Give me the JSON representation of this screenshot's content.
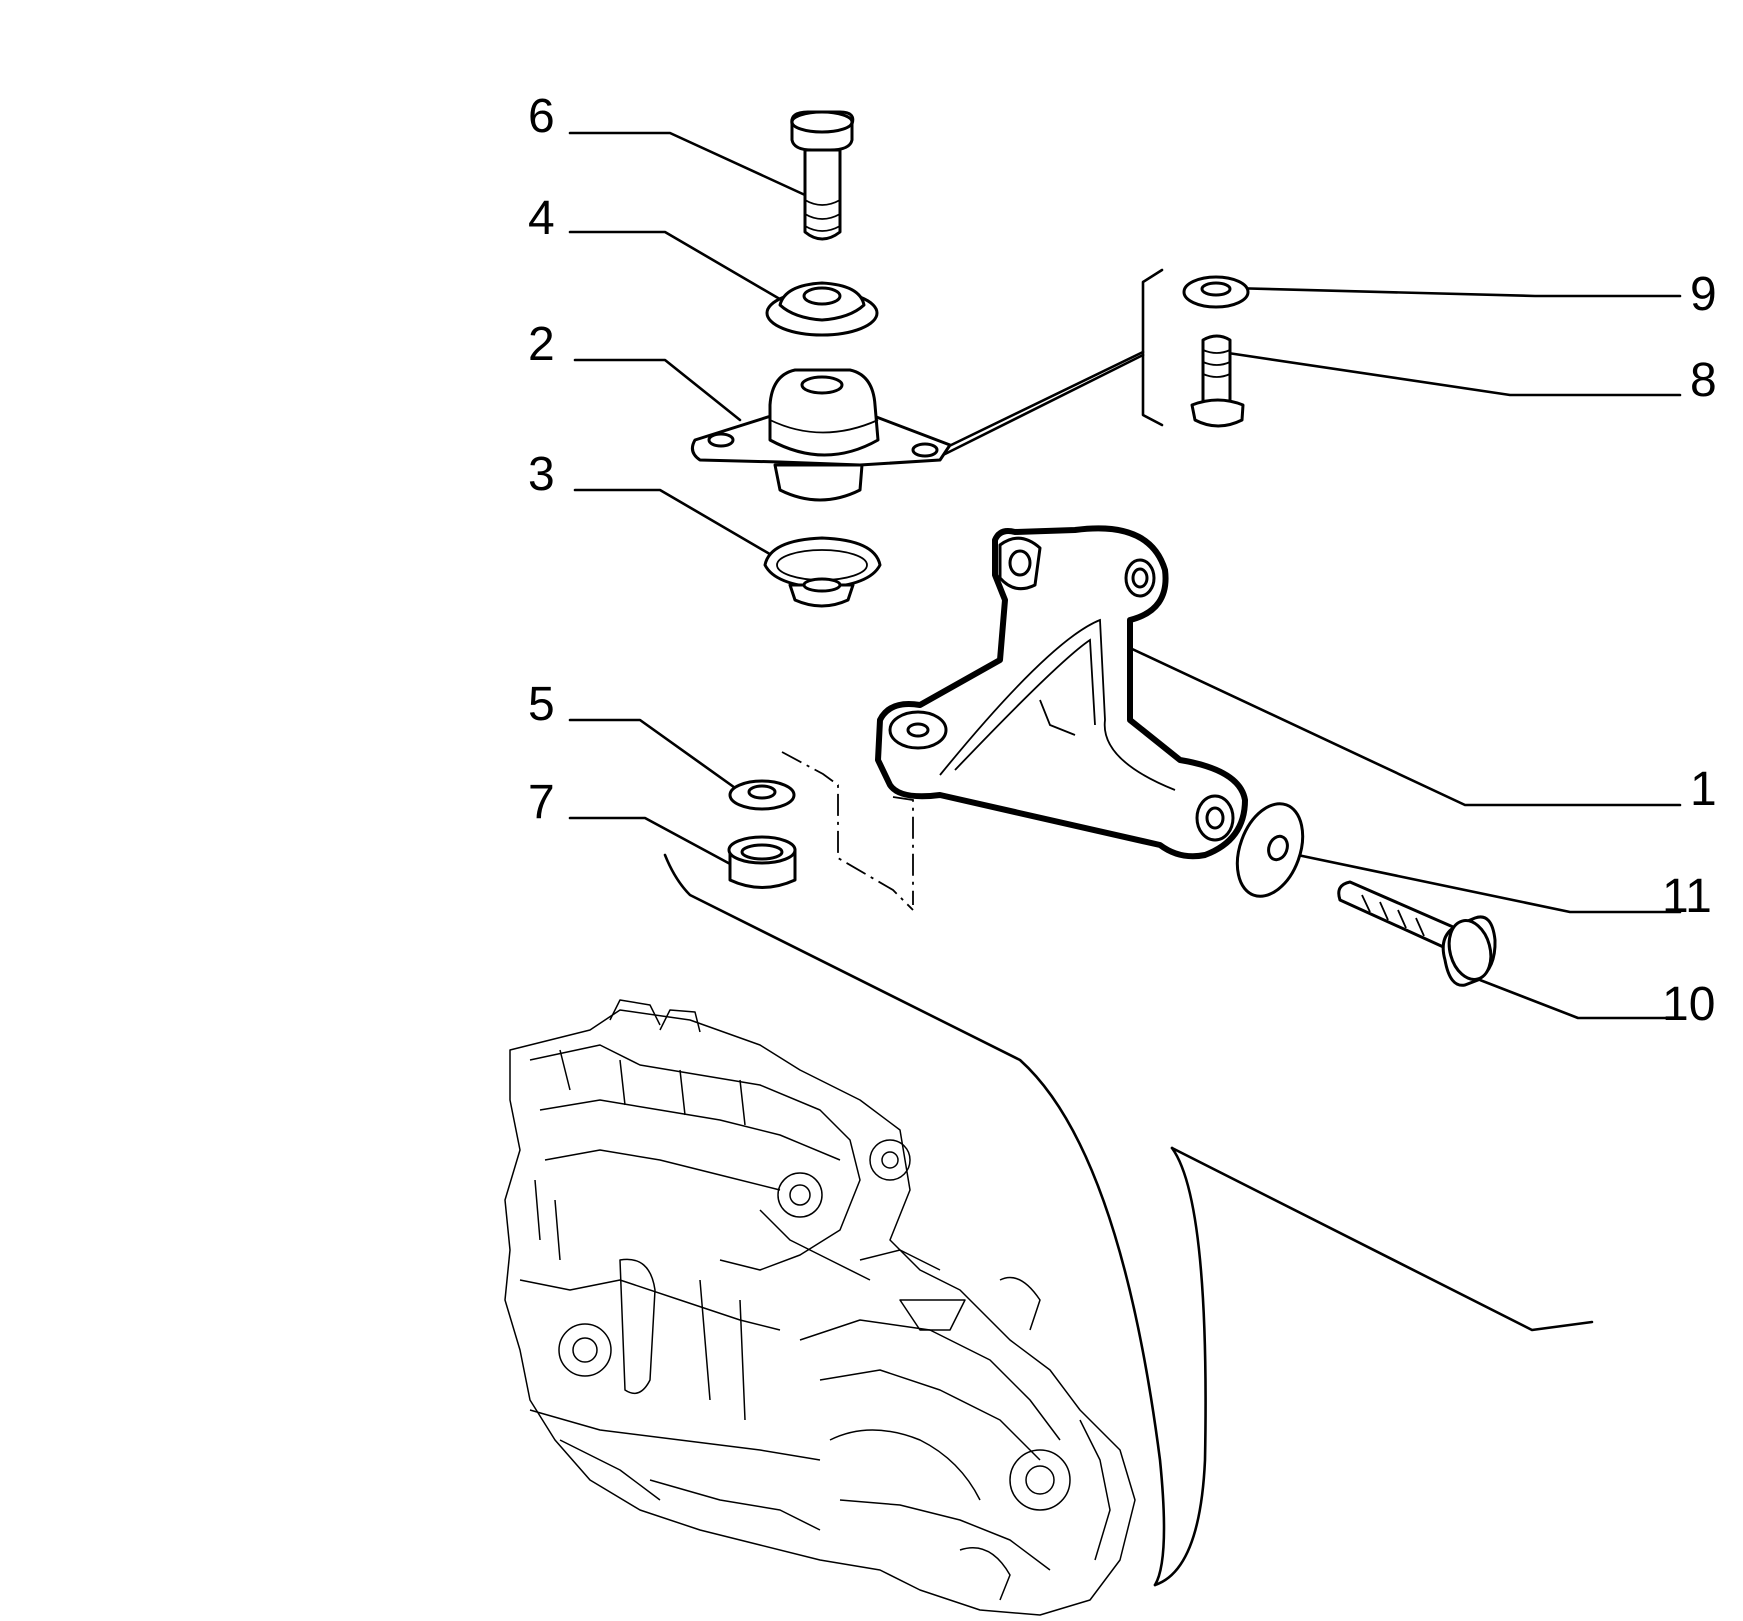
{
  "diagram": {
    "callouts": [
      {
        "id": "6",
        "label": "6"
      },
      {
        "id": "4",
        "label": "4"
      },
      {
        "id": "2",
        "label": "2"
      },
      {
        "id": "3",
        "label": "3"
      },
      {
        "id": "5",
        "label": "5"
      },
      {
        "id": "7",
        "label": "7"
      },
      {
        "id": "9",
        "label": "9"
      },
      {
        "id": "8",
        "label": "8"
      },
      {
        "id": "1",
        "label": "1"
      },
      {
        "id": "11",
        "label": "11"
      },
      {
        "id": "10",
        "label": "10"
      }
    ]
  }
}
